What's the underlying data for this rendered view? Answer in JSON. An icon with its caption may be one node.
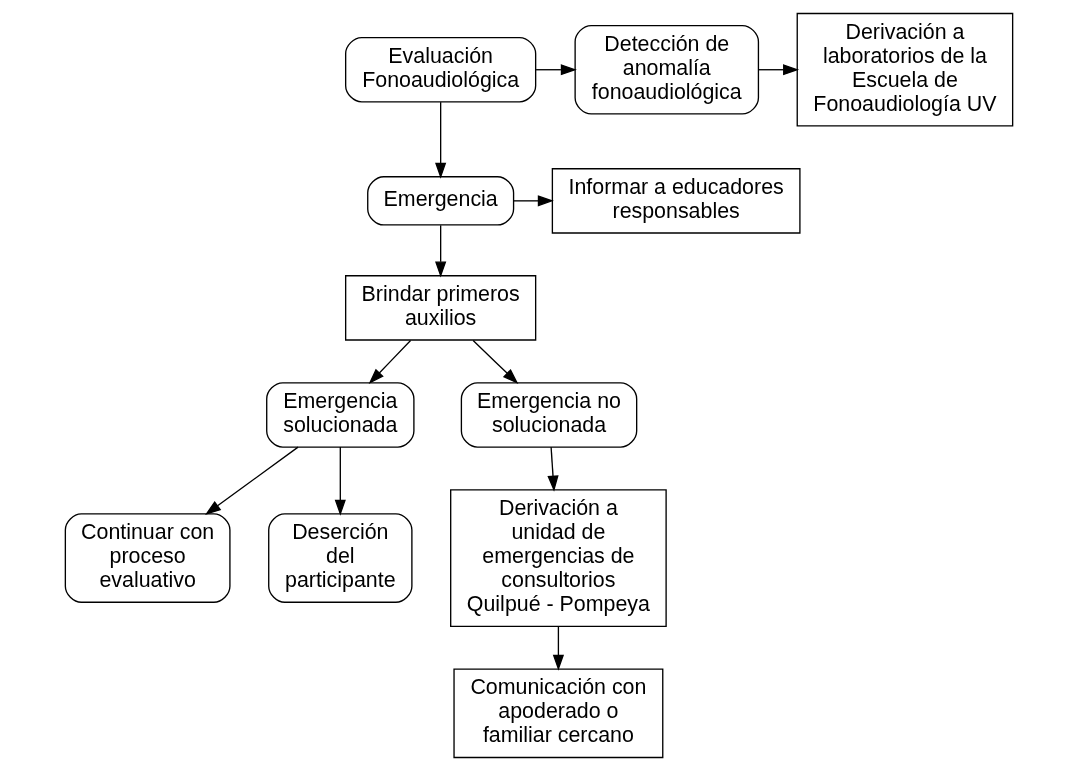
{
  "diagram": {
    "nodes": [
      {
        "text": [
          "Evaluación Fonoaudiológica"
        ]
      },
      {
        "text": [
          "Detección de anomalía fonoaudiológica"
        ]
      },
      {
        "text": [
          "Derivación a laboratorios de la Escuela de Fonoaudiología UV"
        ]
      },
      {
        "text": [
          "Emergencia"
        ]
      },
      {
        "text": [
          "Informar a educadores responsables"
        ]
      },
      {
        "text": [
          "Brindar primeros auxilios"
        ]
      },
      {
        "text": [
          "Emergencia solucionada"
        ]
      },
      {
        "text": [
          "Emergencia no solucionada"
        ]
      },
      {
        "text": [
          "Continuar con proceso evaluativo"
        ]
      },
      {
        "text": [
          "Deserción del participante"
        ]
      },
      {
        "text": [
          "Derivación a unidad de emergencias de consultorios Quilpué - Pompeya"
        ]
      },
      {
        "text": [
          "Comunicación con apoderado o familiar cercano"
        ]
      }
    ],
    "edges": [
      {
        "from": 0,
        "to": 1,
        "arrow": "to"
      },
      {
        "from": 1,
        "to": 2,
        "arrow": "to"
      },
      {
        "from": 0,
        "to": 3,
        "arrow": "to"
      },
      {
        "from": 3,
        "to": 4,
        "arrow": "to"
      },
      {
        "from": 3,
        "to": 5,
        "arrow": "to"
      },
      {
        "from": 5,
        "to": 6,
        "arrow": "to"
      },
      {
        "from": 5,
        "to": 7,
        "arrow": "to"
      },
      {
        "from": 6,
        "to": 8,
        "arrow": "to"
      },
      {
        "from": 6,
        "to": 9,
        "arrow": "to"
      },
      {
        "from": 7,
        "to": 10,
        "arrow": "to"
      },
      {
        "from": 10,
        "to": 11,
        "arrow": "to"
      }
    ]
  }
}
